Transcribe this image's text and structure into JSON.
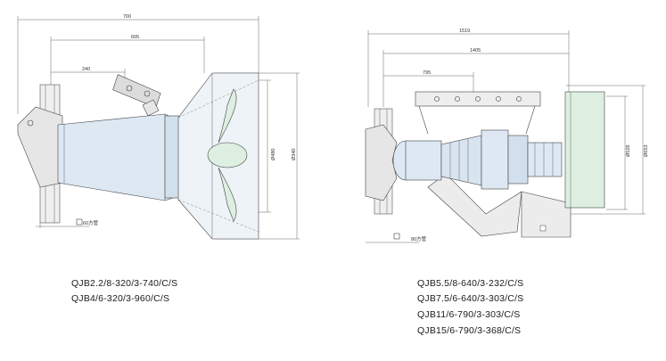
{
  "left_drawing": {
    "dims": {
      "total": "700",
      "mid": "605",
      "short": "240",
      "d_inner": "Ø480",
      "d_outer": "Ø340",
      "pipe": "60方管"
    },
    "models": [
      "QJB2.2/8-320/3-740/C/S",
      "QJB4/6-320/3-960/C/S"
    ]
  },
  "right_drawing": {
    "dims": {
      "total": "1519",
      "mid": "1405",
      "short": "795",
      "d_inner": "Ø526",
      "d_outer": "Ø653",
      "pipe": "80方管"
    },
    "models": [
      "QJB5.5/8-640/3-232/C/S",
      "QJB7.5/6-640/3-303/C/S",
      "QJB11/6-790/3-303/C/S",
      "QJB15/6-790/3-368/C/S"
    ]
  },
  "colors": {
    "body_fill": "#dde8f3",
    "base_fill": "#ececec",
    "green_fill": "#dcefe0",
    "line": "#444444"
  }
}
